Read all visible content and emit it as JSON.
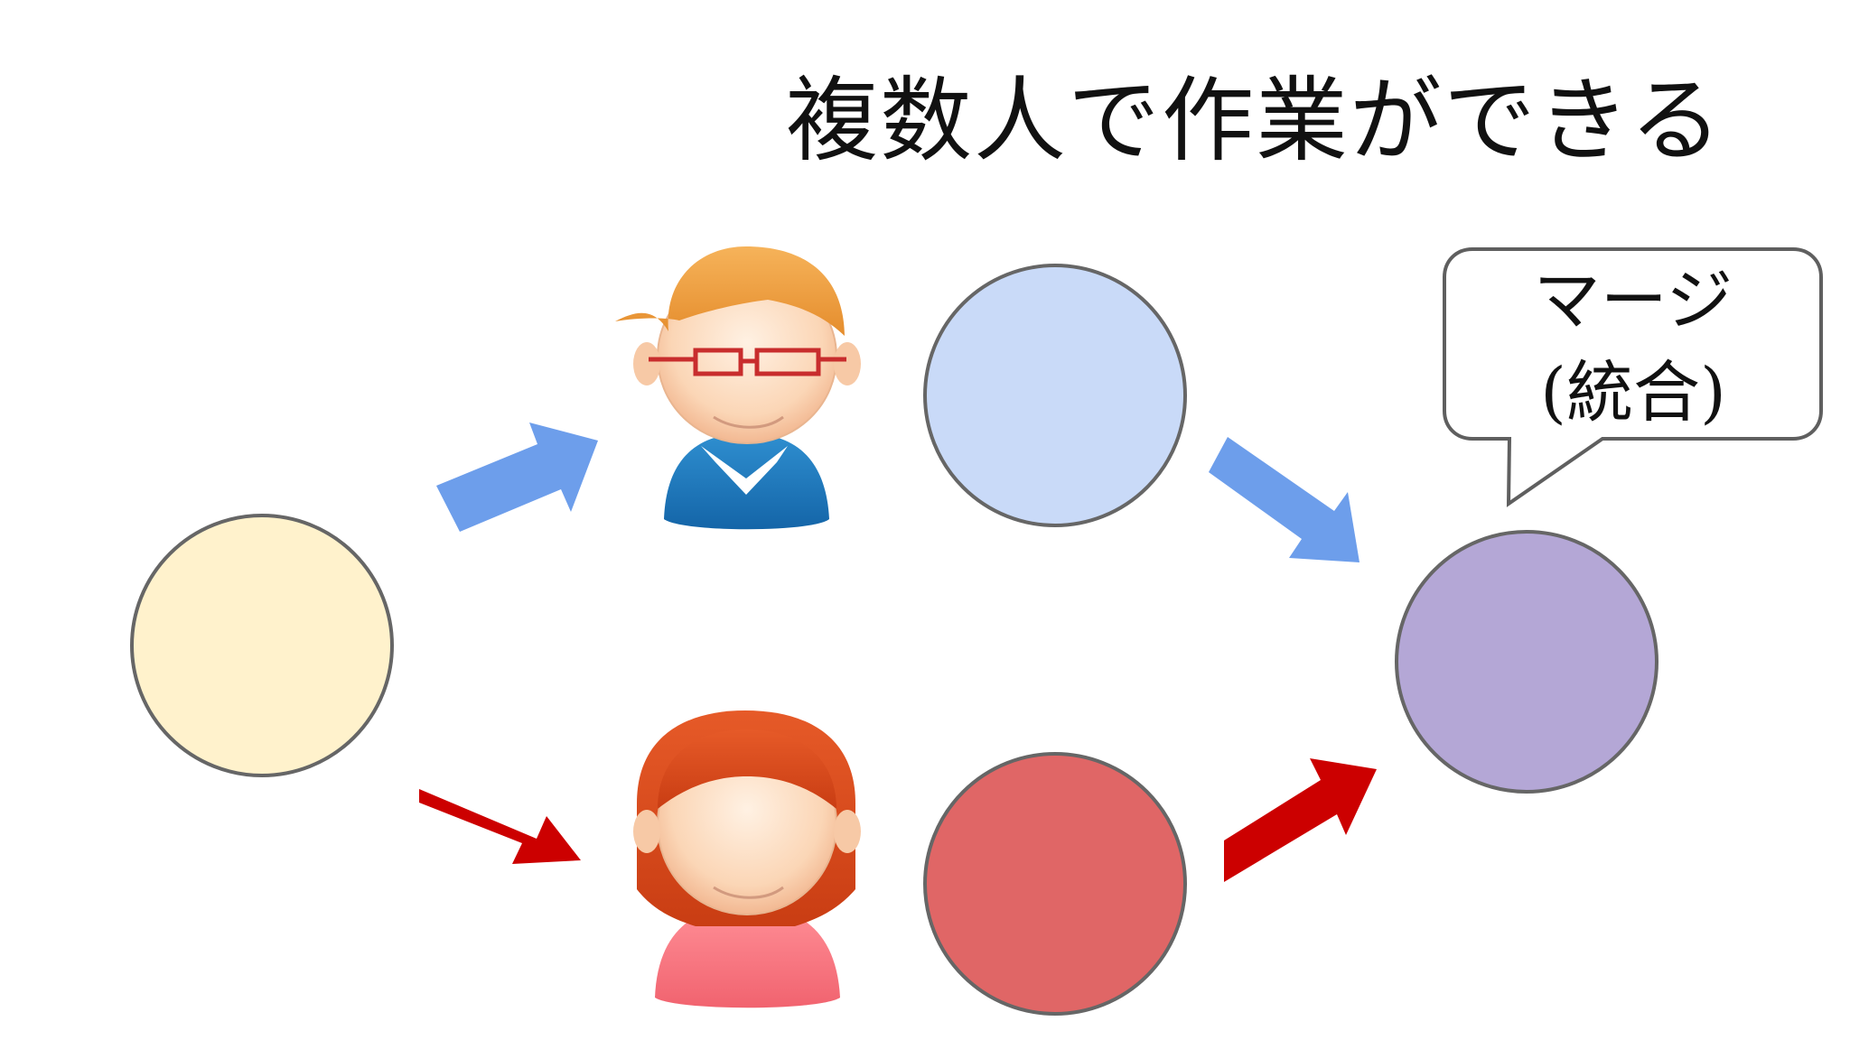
{
  "slide": {
    "title": "複数人で作業ができる"
  },
  "callout": {
    "line1": "マージ",
    "line2": "(統合)"
  },
  "colors": {
    "origin_node": "#fff2cc",
    "blue_node": "#c9daf8",
    "red_node": "#e06666",
    "merged_node": "#b4a7d6",
    "blue_arrow": "#6d9eeb",
    "red_arrow": "#cc0000",
    "node_border": "#666666"
  },
  "icons": {
    "top_person": "male-user-with-glasses-icon",
    "bottom_person": "female-user-icon"
  }
}
